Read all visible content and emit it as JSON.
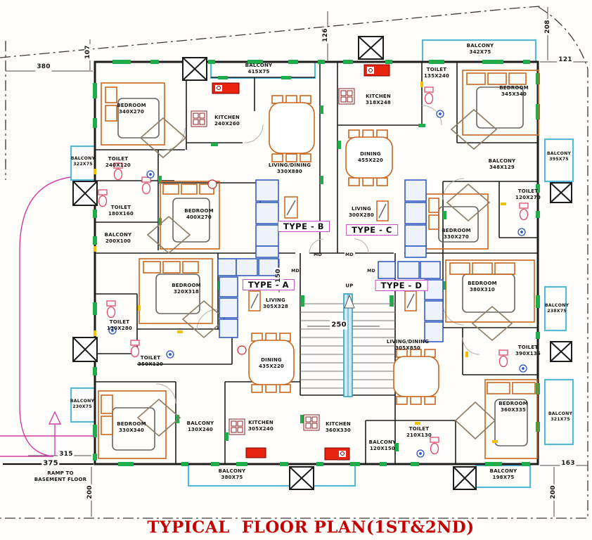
{
  "title": "TYPICAL  FLOOR PLAN(1ST&2ND)",
  "colors": {
    "wall": "#1c1c1c",
    "window_green": "#1fae4b",
    "balcony_cyan": "#58b8d8",
    "furniture_orange": "#c8651b",
    "sofa_blue": "#2a52be",
    "stove_red": "#e8240f",
    "toilet_pink": "#e04868",
    "ramp_magenta": "#d23ba0",
    "type_box_border": "#c44fc0",
    "title_red": "#c40000"
  },
  "type_labels": {
    "a": "TYPE - A",
    "b": "TYPE - B",
    "c": "TYPE - C",
    "d": "TYPE - D"
  },
  "rooms": {
    "b": [
      {
        "name": "BEDROOM",
        "size": "340X270"
      },
      {
        "name": "KITCHEN",
        "size": "240X260"
      },
      {
        "name": "TOILET",
        "size": "240X120"
      },
      {
        "name": "TOILET",
        "size": "180X160"
      },
      {
        "name": "BALCONY",
        "size": "200X100"
      },
      {
        "name": "BEDROOM",
        "size": "400X270"
      },
      {
        "name": "LIVING/DINING",
        "size": "330X880"
      },
      {
        "name": "BALCONY",
        "size": "415X75"
      },
      {
        "name": "BALCONY",
        "size": "322X75"
      }
    ],
    "c": [
      {
        "name": "KITCHEN",
        "size": "318X248"
      },
      {
        "name": "TOILET",
        "size": "135X240"
      },
      {
        "name": "BEDROOM",
        "size": "345X340"
      },
      {
        "name": "BALCONY",
        "size": "342X75"
      },
      {
        "name": "DINING",
        "size": "455X220"
      },
      {
        "name": "LIVING",
        "size": "300X280"
      },
      {
        "name": "BEDROOM",
        "size": "330X270"
      },
      {
        "name": "TOILET",
        "size": "120X270"
      },
      {
        "name": "BALCONY",
        "size": "348X129"
      },
      {
        "name": "BALCONY",
        "size": "395X75"
      }
    ],
    "a": [
      {
        "name": "BEDROOM",
        "size": "320X318"
      },
      {
        "name": "TOILET",
        "size": "130X280"
      },
      {
        "name": "TOILET",
        "size": "350X120"
      },
      {
        "name": "LIVING",
        "size": "305X328"
      },
      {
        "name": "DINING",
        "size": "435X220"
      },
      {
        "name": "BEDROOM",
        "size": "330X340"
      },
      {
        "name": "BALCONY",
        "size": "130X240"
      },
      {
        "name": "KITCHEN",
        "size": "305X240"
      },
      {
        "name": "BALCONY",
        "size": "230X75"
      },
      {
        "name": "BALCONY",
        "size": "380X75"
      }
    ],
    "d": [
      {
        "name": "LIVING/DINING",
        "size": "305X850"
      },
      {
        "name": "BEDROOM",
        "size": "380X310"
      },
      {
        "name": "TOILET",
        "size": "390X135"
      },
      {
        "name": "BEDROOM",
        "size": "360X335"
      },
      {
        "name": "KITCHEN",
        "size": "360X330"
      },
      {
        "name": "BALCONY",
        "size": "120X150"
      },
      {
        "name": "TOILET",
        "size": "210X130"
      },
      {
        "name": "BALCONY",
        "size": "238X75"
      },
      {
        "name": "BALCONY",
        "size": "321X75"
      },
      {
        "name": "BALCONY",
        "size": "198X75"
      }
    ]
  },
  "stairs": {
    "up": "UP",
    "door": "MD"
  },
  "dimensions": {
    "d380": "380",
    "d107": "107",
    "d126": "126",
    "d208": "208",
    "d121": "121",
    "d163": "163",
    "d200r": "200",
    "d200l": "200",
    "d315": "315",
    "d375": "375",
    "d150": "150",
    "d250": "250"
  },
  "ramp": {
    "line1": "RAMP TO",
    "line2": "BASEMENT FLOOR"
  }
}
